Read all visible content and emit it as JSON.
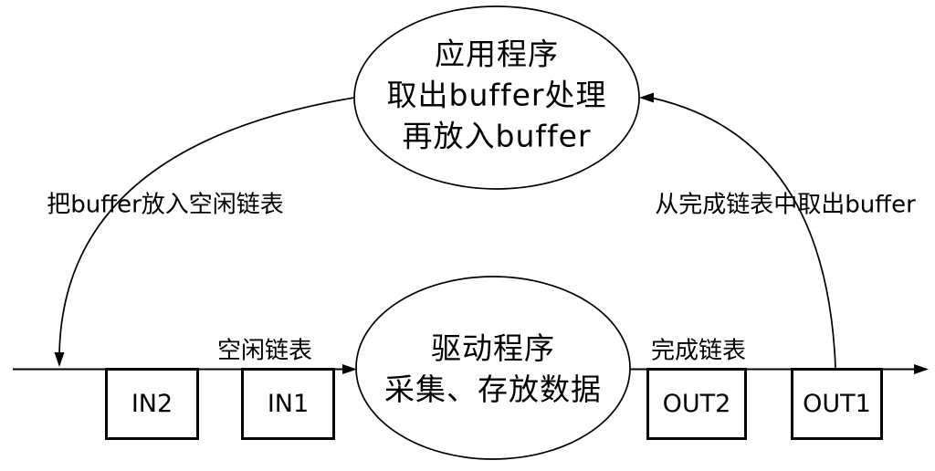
{
  "diagram": {
    "title_semantic": "buffer queue cycle between application and driver",
    "top_ellipse": {
      "lines": [
        "应用程序",
        "取出buffer处理",
        "再放入buffer"
      ]
    },
    "bottom_ellipse": {
      "lines": [
        "驱动程序",
        "采集、存放数据"
      ]
    },
    "edge_labels": {
      "left": "把buffer放入空闲链表",
      "right": "从完成链表中取出buffer"
    },
    "list_labels": {
      "free": "空闲链表",
      "done": "完成链表"
    },
    "buffers": [
      {
        "label": "IN2"
      },
      {
        "label": "IN1"
      },
      {
        "label": "OUT2"
      },
      {
        "label": "OUT1"
      }
    ],
    "colors": {
      "stroke": "#000000",
      "text": "#000000",
      "background": "#ffffff"
    }
  }
}
